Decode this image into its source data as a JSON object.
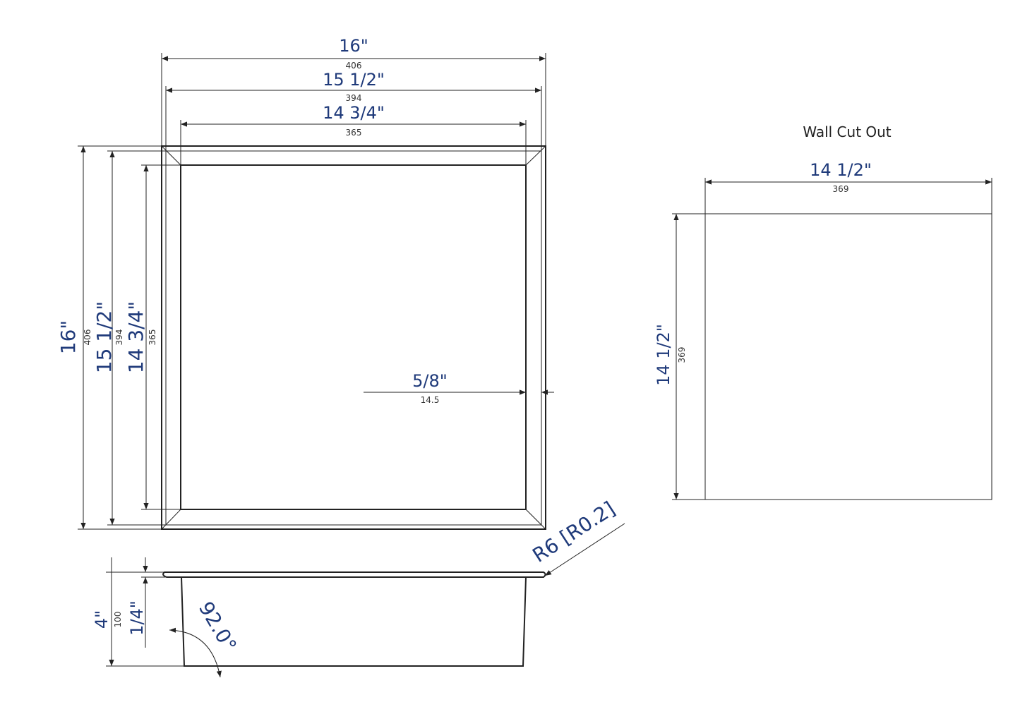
{
  "front_view": {
    "width_outer": {
      "inch": "16\"",
      "mm": "406"
    },
    "width_flange": {
      "inch": "15 1/2\"",
      "mm": "394"
    },
    "width_inner": {
      "inch": "14 3/4\"",
      "mm": "365"
    },
    "height_outer": {
      "inch": "16\"",
      "mm": "406"
    },
    "height_flange": {
      "inch": "15 1/2\"",
      "mm": "394"
    },
    "height_inner": {
      "inch": "14 3/4\"",
      "mm": "365"
    },
    "flange_depth": {
      "inch": "5/8\"",
      "mm": "14.5"
    }
  },
  "side_view": {
    "depth_total": {
      "inch": "4\"",
      "mm": "100"
    },
    "flange_thickness": {
      "inch": "1/4\""
    },
    "angle": "92.0°",
    "radius": "R6 [R0.2]"
  },
  "wall_cutout": {
    "title": "Wall Cut Out",
    "width": {
      "inch": "14 1/2\"",
      "mm": "369"
    },
    "height": {
      "inch": "14 1/2\"",
      "mm": "369"
    }
  }
}
